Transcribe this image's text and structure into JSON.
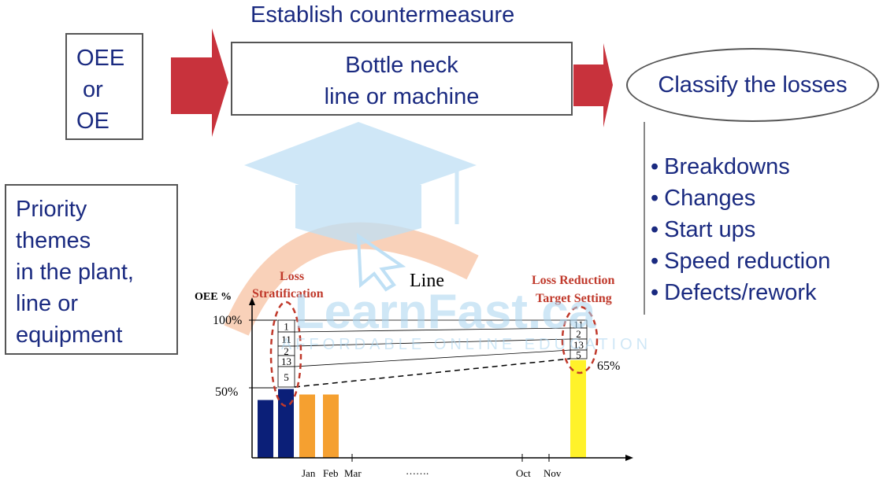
{
  "header": {
    "title": "Establish countermeasure"
  },
  "oee_box": {
    "lines": [
      "OEE",
      "or",
      "OE"
    ]
  },
  "bottleneck_box": {
    "lines": [
      "Bottle neck",
      "line or machine"
    ]
  },
  "classify_ellipse": {
    "label": "Classify the losses"
  },
  "priority_box": {
    "lines": [
      "Priority",
      "themes",
      "in the plant,",
      "line or",
      "equipment"
    ]
  },
  "loss_list": {
    "items": [
      "Breakdowns",
      "Changes",
      "Start ups",
      "Speed reduction",
      "Defects/rework"
    ]
  },
  "watermark": {
    "brand": "LearnFast.ca",
    "tagline": "AFFORDABLE ONLINE EDUCATION",
    "icon": "graduation-cap-icon"
  },
  "colors": {
    "text_blue": "#1a2a80",
    "arrow_red": "#c8323c",
    "annotation_red": "#c0392b",
    "bar_navy": "#0b1f78",
    "bar_orange": "#f5a030",
    "bar_yellow": "#fff22a"
  },
  "chart_data": {
    "type": "bar",
    "ylabel": "OEE %",
    "line_label": "Line",
    "y_ticks": [
      "100%",
      "50%"
    ],
    "x_labels": [
      "Jan",
      "Feb",
      "Mar",
      "…….",
      "Oct",
      "Nov"
    ],
    "bars": [
      {
        "label": "",
        "value": 42,
        "color": "#0b1f78"
      },
      {
        "label": "",
        "value": 50,
        "color": "#0b1f78"
      },
      {
        "label": "Jan",
        "value": 46,
        "color": "#f5a030"
      },
      {
        "label": "Feb",
        "value": 46,
        "color": "#f5a030"
      },
      {
        "label": "Nov",
        "value": 71,
        "color": "#fff22a"
      }
    ],
    "stratification_stack": [
      "1",
      "11",
      "2",
      "13",
      "5"
    ],
    "target_stack": [
      "11",
      "2",
      "13",
      "5"
    ],
    "target_value_label": "65%",
    "annotations": {
      "stratification": [
        "Loss",
        "Stratification"
      ],
      "target": [
        "Loss Reduction",
        "Target Setting"
      ]
    }
  }
}
